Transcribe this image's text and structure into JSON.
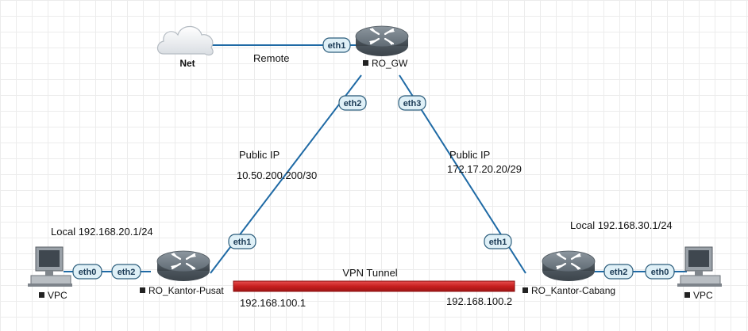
{
  "nodes": {
    "net": {
      "name": "Net",
      "icon": "cloud-icon"
    },
    "ro_gw": {
      "name": "RO_GW",
      "icon": "router-icon"
    },
    "ro_pusat": {
      "name": "RO_Kantor-Pusat",
      "icon": "router-icon"
    },
    "ro_cabang": {
      "name": "RO_Kantor-Cabang",
      "icon": "router-icon"
    },
    "vpc_left": {
      "name": "VPC",
      "icon": "computer-icon"
    },
    "vpc_right": {
      "name": "VPC",
      "icon": "computer-icon"
    }
  },
  "ports": {
    "gw_eth1": "eth1",
    "gw_eth2": "eth2",
    "gw_eth3": "eth3",
    "pusat_eth1": "eth1",
    "pusat_eth2": "eth2",
    "vpc_left_eth0": "eth0",
    "cabang_eth1": "eth1",
    "cabang_eth2": "eth2",
    "vpc_right_eth0": "eth0"
  },
  "labels": {
    "remote": "Remote",
    "public_ip_left": "Public IP",
    "public_ip_left_addr": "10.50.200.200/30",
    "public_ip_right": "Public IP",
    "public_ip_right_addr": "172.17.20.20/29",
    "local_left": "Local 192.168.20.1/24",
    "local_right": "Local 192.168.30.1/24",
    "vpn_tunnel": "VPN Tunnel",
    "tunnel_ip_left": "192.168.100.1",
    "tunnel_ip_right": "192.168.100.2"
  },
  "colors": {
    "link": "#1f6aa5",
    "tunnel": "#cc2222",
    "port_fill": "#dff0f7",
    "router_body": "#5a6670"
  }
}
